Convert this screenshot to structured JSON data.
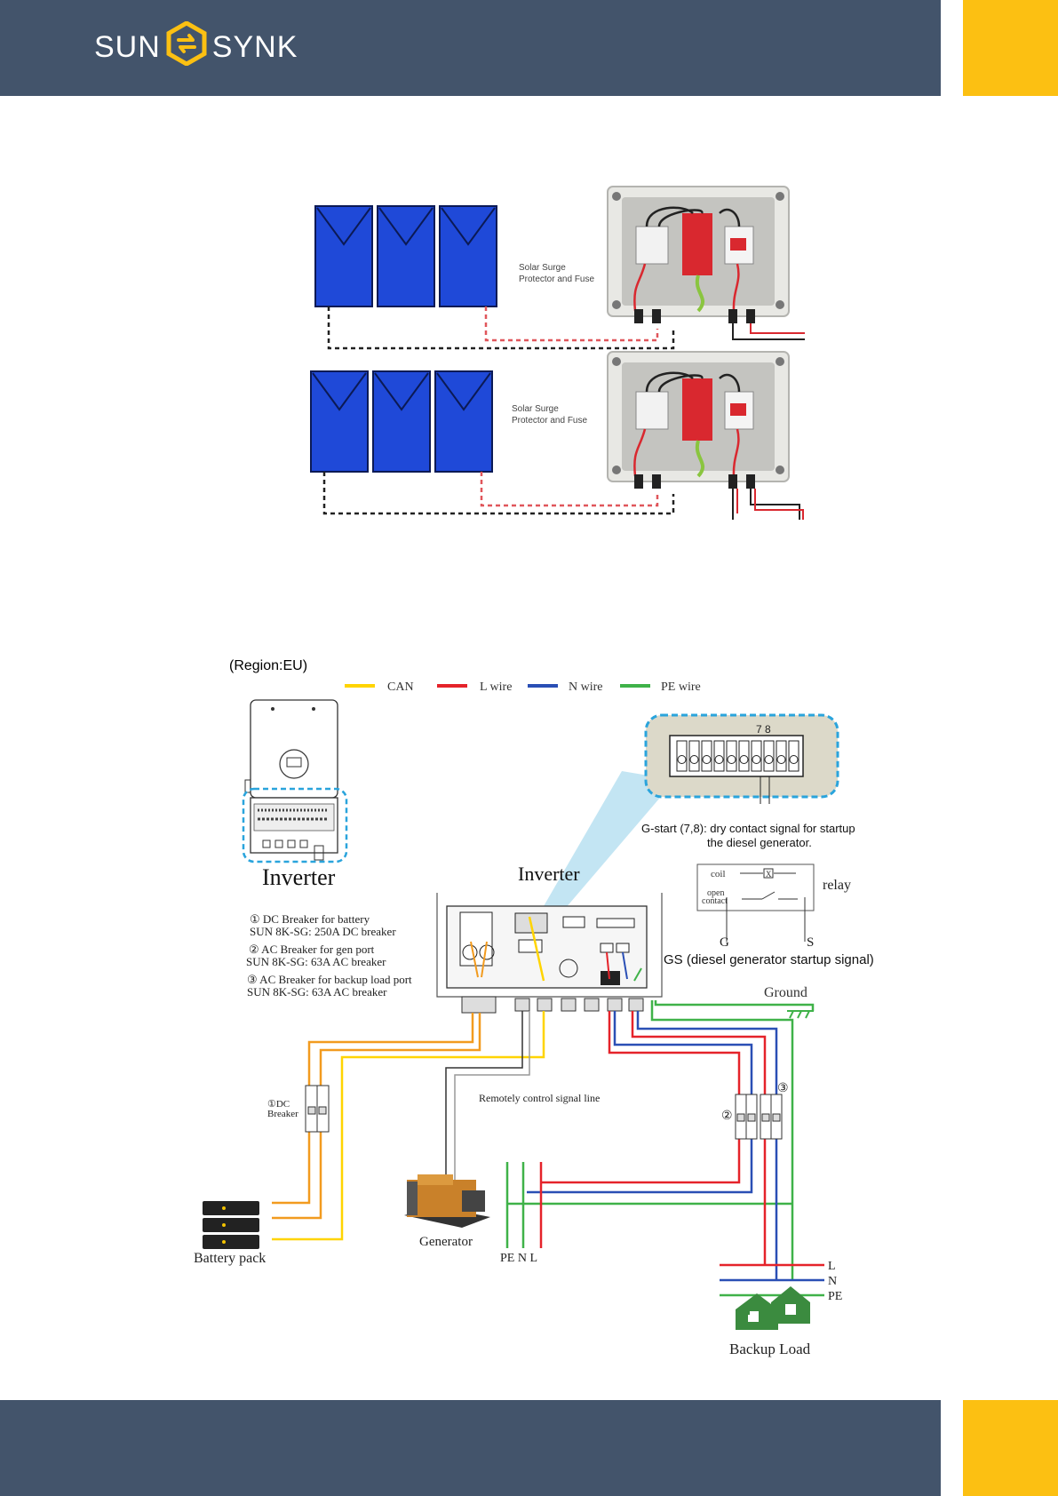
{
  "brand": {
    "left_word": "SUN",
    "right_word": "SYNK",
    "colors": {
      "header": "#43546b",
      "accent": "#fcc012",
      "logo_mark": "#fcc012"
    }
  },
  "pv_diagram": {
    "box1_label": [
      "Solar Surge",
      "Protector and Fuse"
    ],
    "box2_label": [
      "Solar Surge",
      "Protector and Fuse"
    ],
    "panel_color": "#1f49d8"
  },
  "wiring": {
    "region": "(Region:EU)",
    "legend": [
      {
        "label": "CAN",
        "color": "#ffd400"
      },
      {
        "label": "L wire",
        "color": "#e5232a"
      },
      {
        "label": "N wire",
        "color": "#2a4fb5"
      },
      {
        "label": "PE wire",
        "color": "#3fb249"
      }
    ],
    "terminal_numbers": "7 8",
    "gstart_note": [
      "G-start (7,8): dry contact signal for startup",
      "the diesel generator."
    ],
    "inverter_left_label": "Inverter",
    "inverter_main_label": "Inverter",
    "relay": {
      "coil": "coil",
      "open_contact": [
        "open",
        "contact"
      ],
      "label": "relay",
      "g": "G",
      "s": "S",
      "gs_note": "GS (diesel generator startup signal)"
    },
    "breakers_note": [
      "①  DC Breaker for battery",
      "SUN 8K-SG: 250A DC breaker",
      "② AC Breaker for gen port",
      "SUN 8K-SG: 63A AC breaker",
      "③ AC Breaker for backup load port",
      "SUN 8K-SG: 63A AC breaker"
    ],
    "ground": "Ground",
    "dc_breaker": [
      "①DC",
      "Breaker"
    ],
    "remote_line": "Remotely control signal line",
    "battery": "Battery pack",
    "generator": "Generator",
    "gen_lines": "PE N  L",
    "circle2": "②",
    "circle3": "③",
    "load_lines": [
      "L",
      "N",
      "PE"
    ],
    "backup_load": "Backup Load",
    "icons": [
      "logo-mark-icon",
      "house-icon",
      "generator-icon",
      "battery-icon",
      "ground-icon",
      "relay-switch-icon"
    ]
  }
}
